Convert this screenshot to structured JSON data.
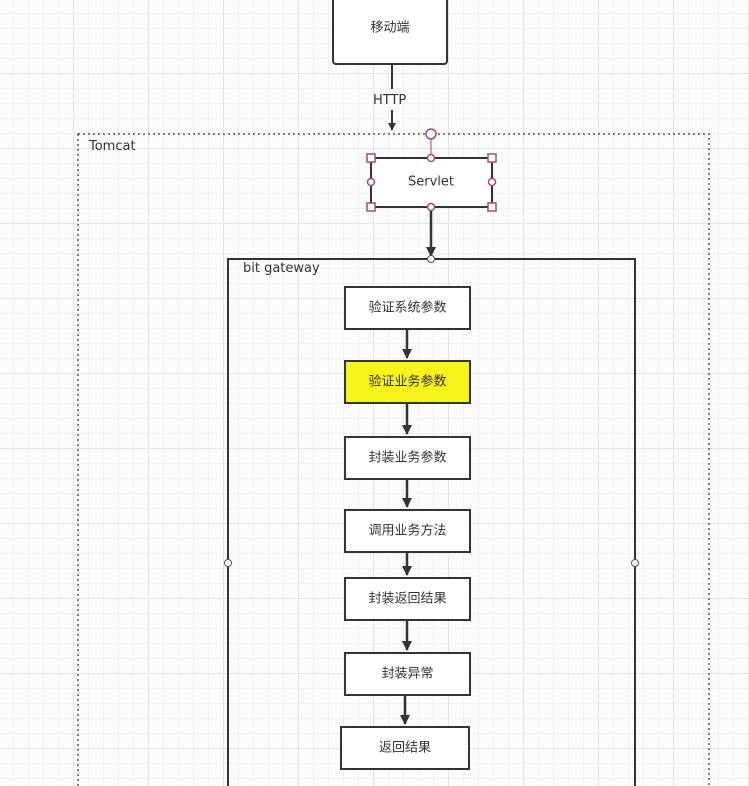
{
  "colors": {
    "stroke": "#333333",
    "box_fill": "#ffffff",
    "highlight": "#f7f21a",
    "selection": "#a4505a"
  },
  "diagram": {
    "mobile": {
      "label": "移动端"
    },
    "http_label": "HTTP",
    "tomcat": {
      "label": "Tomcat"
    },
    "servlet": {
      "label": "Servlet"
    },
    "gateway": {
      "label": "bit gateway"
    },
    "steps": [
      {
        "label": "验证系统参数",
        "highlighted": false
      },
      {
        "label": "验证业务参数",
        "highlighted": true
      },
      {
        "label": "封装业务参数",
        "highlighted": false
      },
      {
        "label": "调用业务方法",
        "highlighted": false
      },
      {
        "label": "封装返回结果",
        "highlighted": false
      },
      {
        "label": "封装异常",
        "highlighted": false
      },
      {
        "label": "返回结果",
        "highlighted": false
      }
    ]
  }
}
